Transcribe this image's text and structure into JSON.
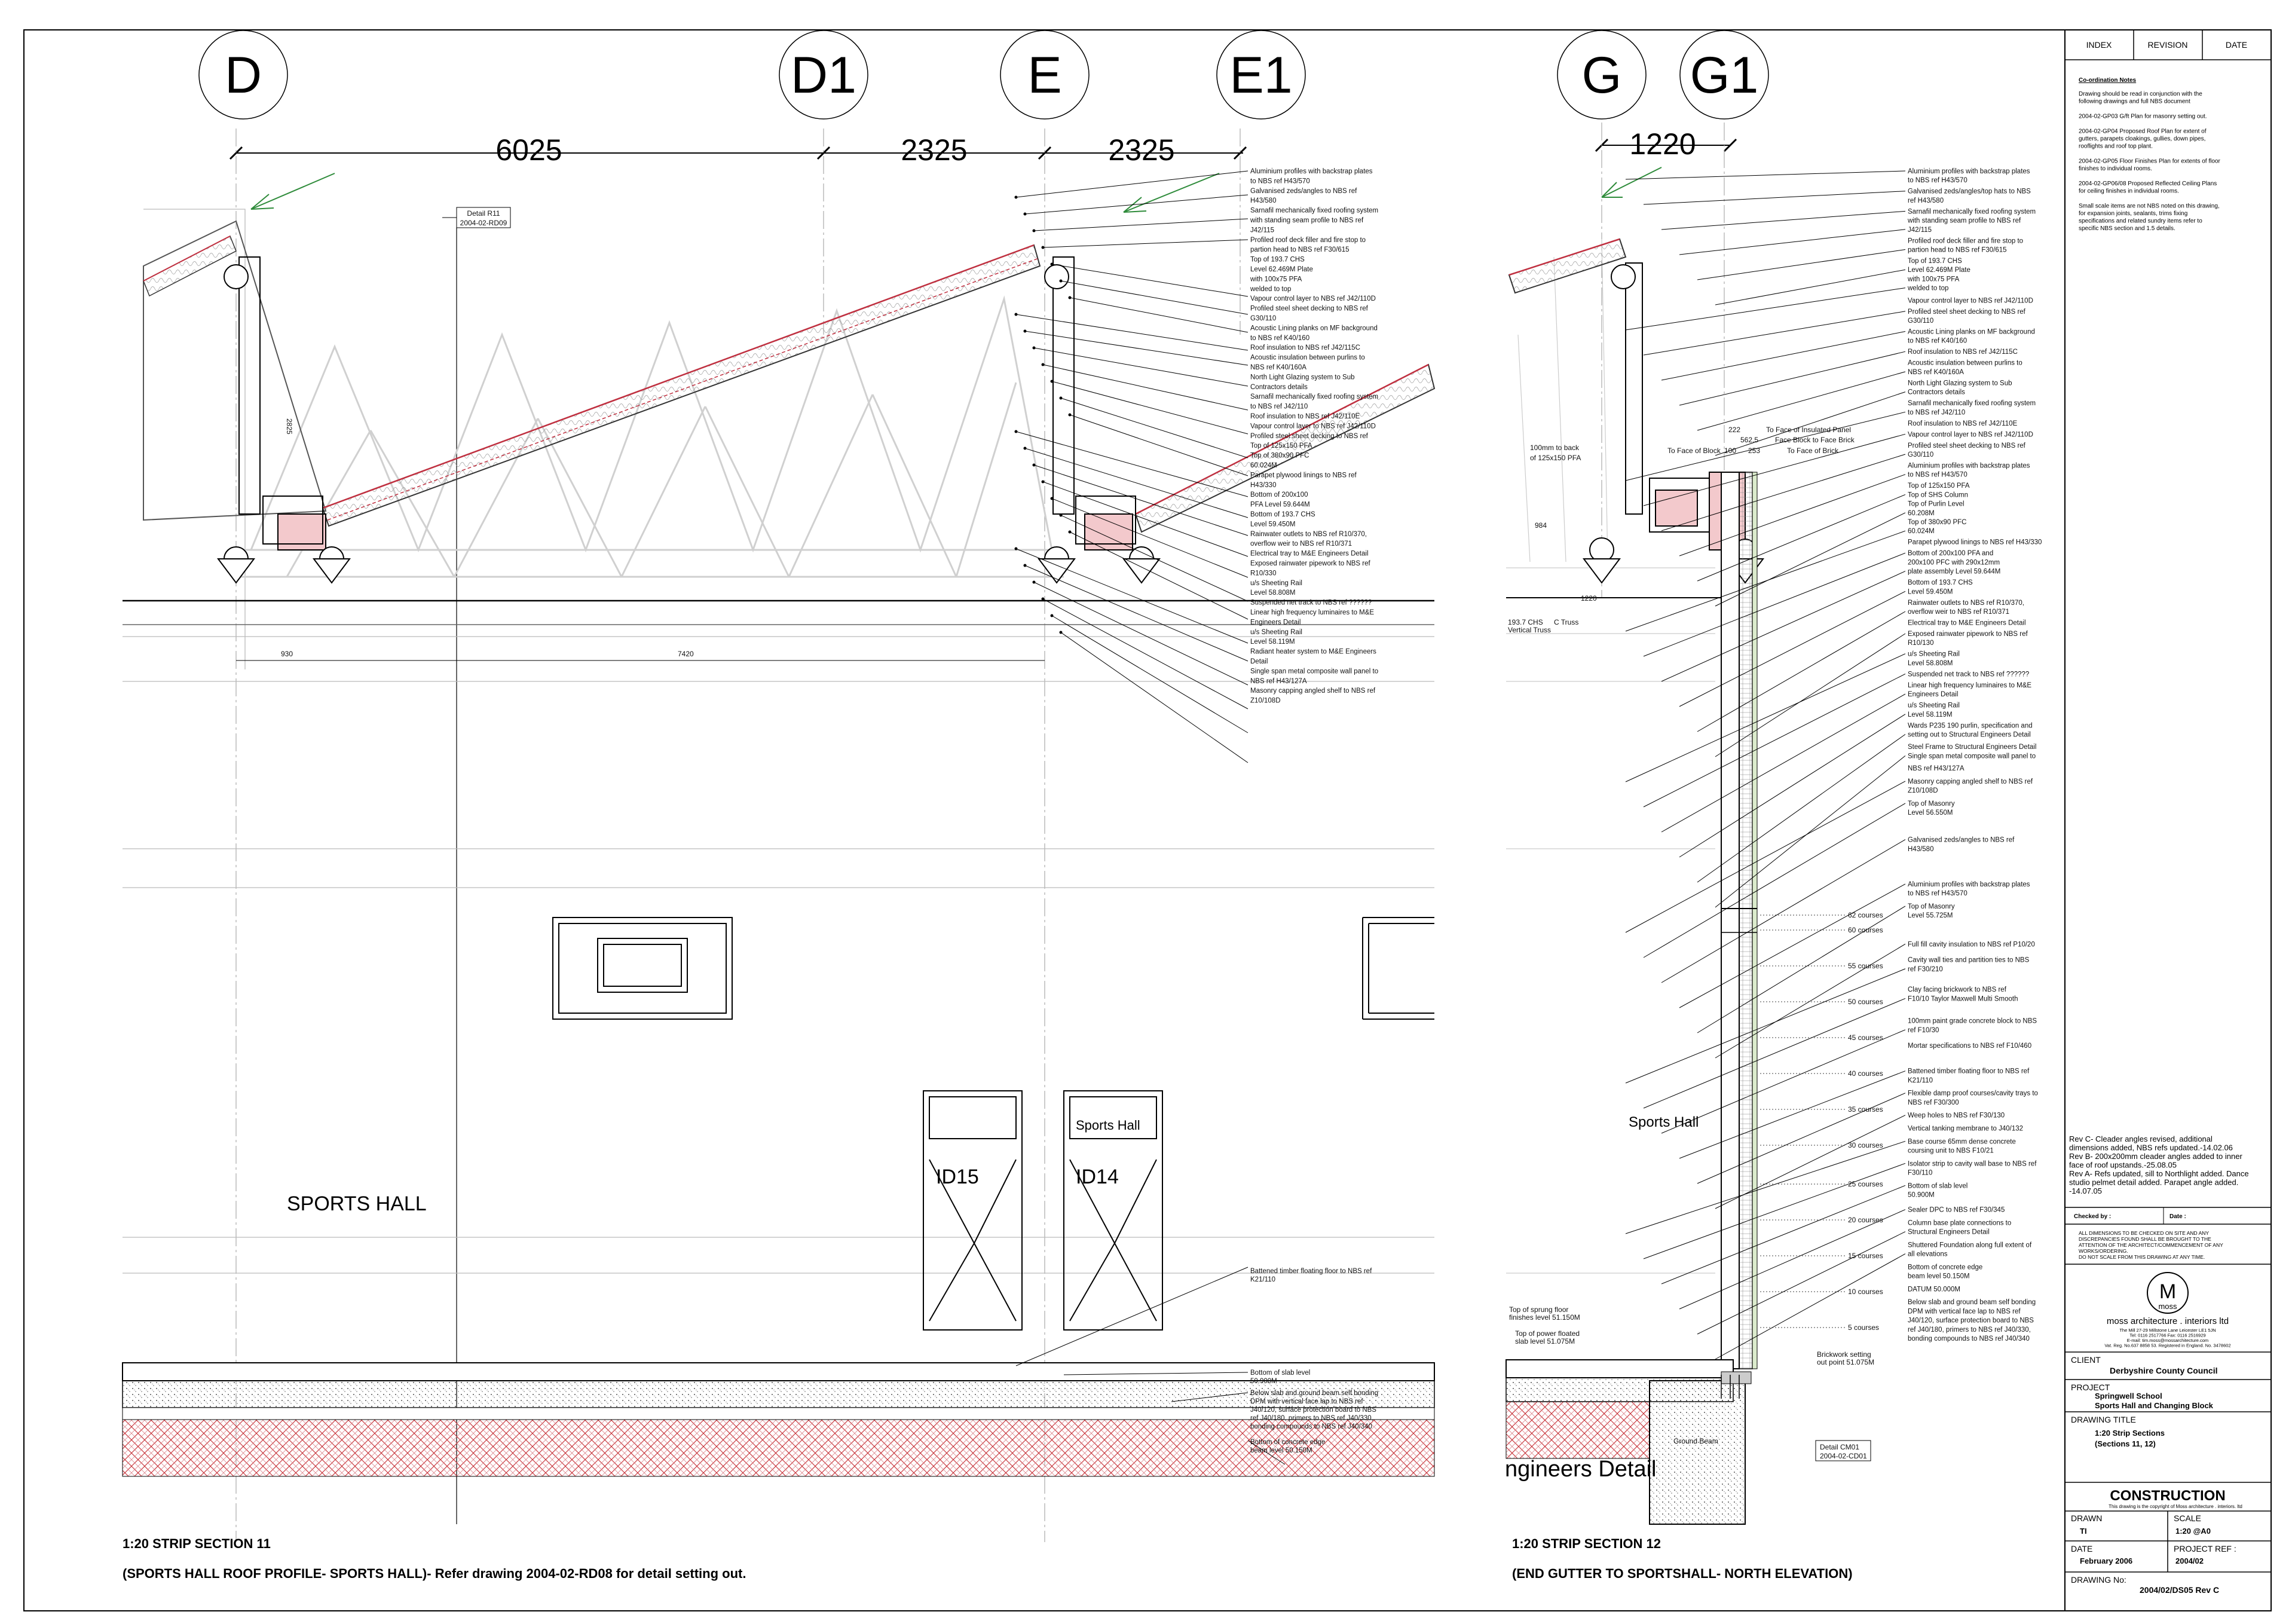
{
  "grids_left": [
    "D",
    "D1",
    "E",
    "E1"
  ],
  "grids_right": [
    "G",
    "G1"
  ],
  "dims_left": [
    "6025",
    "2325",
    "2325"
  ],
  "dims_right": [
    "1220"
  ],
  "detail_ref_left": [
    "Detail R11",
    "2004-02-RD09"
  ],
  "section_left": {
    "title": "1:20 STRIP SECTION 11",
    "subtitle": "(SPORTS HALL ROOF PROFILE- SPORTS HALL)- Refer drawing 2004-02-RD08 for detail setting out."
  },
  "section_right": {
    "title": "1:20 STRIP SECTION 12",
    "subtitle": "(END GUTTER TO SPORTSHALL- NORTH ELEVATION)"
  },
  "rooms": {
    "left": "SPORTS HALL",
    "right": "Sports Hall",
    "door1": "ID15",
    "door2": "ID14",
    "door_sign": "Sports Hall",
    "big_text": "ngineers Detail"
  },
  "dims_small_left": [
    "930",
    "7420",
    "2825"
  ],
  "notes_left": [
    "Aluminium profiles with backstrap plates",
    "to NBS ref H43/570",
    "Galvanised zeds/angles to NBS ref",
    "H43/580",
    "Sarnafil mechanically fixed roofing system",
    "with standing seam profile to NBS ref",
    "J42/115",
    "Profiled roof deck filler and fire stop to",
    "partion head to NBS ref F30/615",
    "Top of 193.7 CHS",
    "Level 62.469M Plate",
    "with 100x75 PFA",
    "welded to top",
    "Vapour control layer to NBS ref J42/110D",
    "Profiled steel sheet decking to NBS ref",
    "G30/110",
    "Acoustic Lining planks on MF background",
    "to NBS ref K40/160",
    "Roof insulation to NBS ref J42/115C",
    "Acoustic insulation between purlins to",
    "NBS ref K40/160A",
    "North Light Glazing system to Sub",
    "Contractors details",
    "Sarnafil mechanically fixed roofing system",
    "to NBS ref J42/110",
    "Roof insulation to NBS ref J42/110E",
    "Vapour control layer to NBS ref J42/110D",
    "Profiled steel sheet decking to NBS ref",
    "Top of 125x150 PFA",
    "Top of 380x90 PFC",
    "60.024M",
    "Parapet plywood linings to NBS ref",
    "H43/330",
    "Bottom of 200x100",
    "PFA Level 59.644M",
    "Bottom of 193.7 CHS",
    "Level 59.450M",
    "Rainwater outlets to NBS ref R10/370,",
    "overflow weir to NBS ref R10/371",
    "Electrical tray to M&E Engineers Detail",
    "Exposed rainwater pipework to NBS ref",
    "R10/330",
    "u/s Sheeting Rail",
    "Level 58.808M",
    "Suspended net track to NBS ref ??????",
    "Linear high frequency luminaires to M&E",
    "Engineers Detail",
    "u/s Sheeting Rail",
    "Level 58.119M",
    "Radiant heater system to M&E Engineers",
    "Detail",
    "Single span metal composite wall panel to",
    "NBS ref H43/127A",
    "Masonry capping angled shelf to NBS ref",
    "Z10/108D"
  ],
  "notes_left_floor": [
    "Battened timber floating floor to NBS ref",
    "K21/110",
    "Bottom of slab level",
    "50.900M",
    "Below slab and ground beam self bonding",
    "DPM with vertical face lap to NBS ref",
    "J40/120, surface protection board to NBS",
    "ref J40/180, primers to NBS ref J40/330,",
    "bonding compounds to NBS ref J40/340",
    "Bottom of concrete edge",
    "beam level 50.150M"
  ],
  "notes_right": [
    "Aluminium profiles with backstrap plates",
    "to NBS ref H43/570",
    "Galvanised zeds/angles/top hats to NBS",
    "ref H43/580",
    "Sarnafil mechanically fixed roofing system",
    "with standing seam profile to NBS ref",
    "J42/115",
    "Profiled roof deck filler and fire stop to",
    "partion head to NBS ref F30/615",
    "Top of 193.7 CHS",
    "Level 62.469M Plate",
    "with 100x75 PFA",
    "welded to top",
    "Vapour control layer to NBS ref J42/110D",
    "Profiled steel sheet decking to NBS ref",
    "G30/110",
    "Acoustic Lining planks on MF background",
    "to NBS ref K40/160",
    "Roof insulation to NBS ref J42/115C",
    "Acoustic insulation between purlins to",
    "NBS ref K40/160A",
    "North Light Glazing system to Sub",
    "Contractors details",
    "Sarnafil mechanically fixed roofing system",
    "to NBS ref J42/110",
    "Roof insulation to NBS ref J42/110E",
    "Vapour control layer to NBS ref J42/110D",
    "Profiled steel sheet decking to NBS ref",
    "G30/110",
    "Aluminium profiles with backstrap plates",
    "to NBS ref H43/570",
    "Top of 125x150 PFA",
    "Top of SHS Column",
    "Top of Purlin Level",
    "60.208M",
    "Top of 380x90 PFC",
    "60.024M",
    "Parapet plywood linings to NBS ref H43/330",
    "Bottom of 200x100 PFA and",
    "200x100 PFC with 290x12mm",
    "plate assembly Level 59.644M",
    "Bottom of 193.7 CHS",
    "Level 59.450M",
    "Rainwater outlets to NBS ref R10/370,",
    "overflow weir to NBS ref R10/371",
    "Electrical tray to M&E Engineers Detail",
    "Exposed rainwater pipework to NBS ref",
    "R10/130",
    "u/s Sheeting Rail",
    "Level 58.808M",
    "Suspended net track to NBS ref ??????",
    "Linear high frequency luminaires to M&E",
    "Engineers Detail",
    "u/s Sheeting Rail",
    "Level 58.119M",
    "Wards P235 190 purlin, specification and",
    "setting out to Structural Engineers Detail",
    "Steel Frame to Structural Engineers Detail",
    "Single span metal composite wall panel to",
    "NBS ref H43/127A",
    "Masonry capping angled shelf to NBS ref",
    "Z10/108D",
    "Top of Masonry",
    "Level 56.550M",
    "Galvanised zeds/angles to NBS ref",
    "H43/580",
    "Aluminium profiles with backstrap plates",
    "to NBS ref H43/570",
    "Top of Masonry",
    "Level 55.725M",
    "Full fill cavity insulation to NBS ref P10/20",
    "Cavity wall ties and partition ties to NBS",
    "ref F30/210",
    "Clay facing brickwork to NBS ref",
    "F10/10 Taylor Maxwell Multi Smooth",
    "100mm paint grade concrete block to NBS",
    "ref F10/30",
    "Mortar specifications to NBS ref F10/460",
    "Battened timber floating floor to NBS ref",
    "K21/110",
    "Flexible damp proof courses/cavity trays to",
    "NBS ref F30/300",
    "Weep holes to NBS ref F30/130",
    "Vertical tanking membrane to J40/132",
    "Base course 65mm dense concrete",
    "coursing unit to NBS F10/21",
    "Isolator strip to cavity wall base to NBS ref",
    "F30/110",
    "Bottom of slab level",
    "50.900M",
    "Sealer DPC to NBS ref F30/345",
    "Column base plate connections to",
    "Structural Engineers Detail",
    "Shuttered Foundation along full extent of",
    "all elevations",
    "Bottom of concrete edge",
    "beam level 50.150M",
    "DATUM 50.000M",
    "Below slab and ground beam self bonding",
    "DPM with vertical face lap to NBS ref",
    "J40/120, surface protection board to NBS",
    "ref J40/180, primers to NBS ref J40/330,",
    "bonding compounds to NBS ref J40/340"
  ],
  "right_small_labels": [
    "222",
    "To Face of Insulated Panel",
    "562.5",
    "Face Block to Face Brick",
    "To Face of Block",
    "100",
    "253",
    "To Face of Brick",
    "100mm to back",
    "of 125x150 PFA",
    "Brickwork setting",
    "out point 51.075M",
    "Top of sprung floor",
    "finishes level 51.150M",
    "Top of power floated",
    "slab level 51.075M",
    "Detail CM01",
    "2004-02-CD01",
    "Ground Beam",
    "193.7 CHS",
    "Vertical Truss",
    "C Truss",
    "984",
    "1220"
  ],
  "course_labels": [
    "62 courses",
    "60 courses",
    "55 courses",
    "50 courses",
    "45 courses",
    "40 courses",
    "35 courses",
    "30 courses",
    "25 courses",
    "20 courses",
    "15 courses",
    "10 courses",
    "5 courses"
  ],
  "titleblock": {
    "headers": [
      "INDEX",
      "REVISION",
      "DATE"
    ],
    "coord_title": "Co-ordination Notes",
    "coord_notes": [
      "Drawing should be read in conjunction with the",
      "following drawings and full NBS document",
      "",
      "2004-02-GP03 G/ft Plan for masonry setting out.",
      "",
      "2004-02-GP04 Proposed Roof Plan for extent of",
      "gutters, parapets cloakings, gullies, down pipes,",
      "rooflights and roof top plant.",
      "",
      "2004-02-GP05 Floor Finishes Plan for extents of floor",
      "finishes to individual rooms.",
      "",
      "2004-02-GP06/08 Proposed Reflected Ceiling Plans",
      "for ceiling finishes in individual rooms.",
      "",
      "Small scale items are not NBS noted on this drawing,",
      "for expansion joints, sealants, trims fixing",
      "specifications and related sundry items refer to",
      "specific NBS section and 1.5 details."
    ],
    "revisions": [
      "Rev C- Cleader angles revised, additional",
      "dimensions added, NBS refs updated.-14.02.06",
      "Rev B- 200x200mm cleader angles added to inner",
      "face of roof upstands.-25.08.05",
      "Rev A- Refs updated, sill to Northlight added. Dance",
      "studio pelmet detail added. Parapet angle added.",
      "-14.07.05"
    ],
    "checked_by": "Checked by :",
    "date_label": "Date :",
    "warning": [
      "ALL DIMENSIONS TO BE CHECKED ON SITE AND ANY",
      "DISCREPANCIES FOUND SHALL BE BROUGHT TO THE",
      "ATTENTION OF THE ARCHITECT/COMMENCEMENT OF ANY",
      "WORKS/ORDERING.",
      "DO NOT SCALE FROM THIS DRAWING AT ANY TIME."
    ],
    "logo_letter": "M",
    "logo_word": "moss",
    "firm": "moss architecture . interiors ltd",
    "firm_lines": [
      "The Mill 27-29 Millstone Lane Leicester LE1 5JN",
      "Tel: 0116 2517766  Fax: 0116 2516929",
      "E-mail: tim.moss@mossarchitecture.com",
      "Vat. Reg. No.637 8858 53. Registered in England. No. 3478602"
    ],
    "client_label": "CLIENT",
    "client": "Derbyshire County Council",
    "project_label": "PROJECT",
    "project": [
      "Springwell School",
      "Sports Hall and Changing Block"
    ],
    "drawing_title_label": "DRAWING TITLE",
    "drawing_title": [
      "1:20 Strip Sections",
      "(Sections 11, 12)"
    ],
    "status": "CONSTRUCTION",
    "copyright": "This drawing is the copyright of Moss architecture . interiors. ltd",
    "drawn_label": "DRAWN",
    "drawn": "TI",
    "scale_label": "SCALE",
    "scale": "1:20    @A0",
    "date_label2": "DATE",
    "date": "February 2006",
    "projref_label": "PROJECT REF :",
    "projref": "2004/02",
    "drawing_no_label": "DRAWING No:",
    "drawing_no": "2004/02/DS05 Rev C"
  }
}
